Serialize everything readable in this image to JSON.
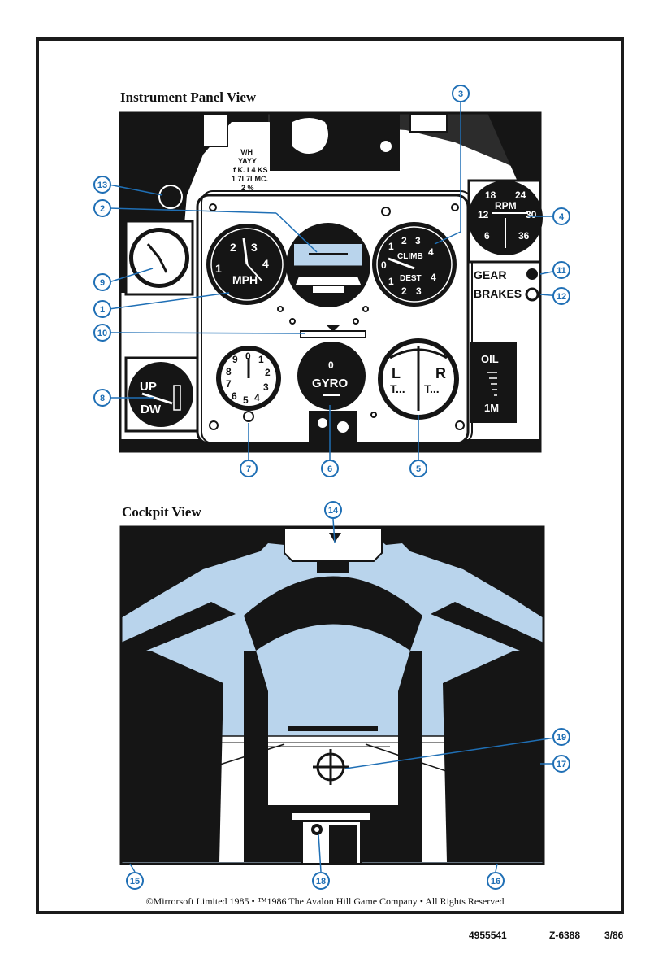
{
  "sections": {
    "instrument_title": "Instrument Panel View",
    "cockpit_title": "Cockpit View"
  },
  "gauges": {
    "airspeed": {
      "digits": [
        "1",
        "2",
        "3",
        "4"
      ],
      "label": "MPH"
    },
    "climb": {
      "digits": [
        "0",
        "1",
        "2",
        "3",
        "4",
        "1",
        "2",
        "3",
        "4"
      ],
      "climb_label": "CLIMB",
      "dest_label": "DEST"
    },
    "rpm": {
      "label": "RPM",
      "digits": [
        "18",
        "24",
        "12",
        "30",
        "6",
        "36"
      ]
    },
    "gear_label": "GEAR",
    "brakes_label": "BRAKES",
    "altimeter": {
      "digits": [
        "0",
        "1",
        "2",
        "3",
        "4",
        "5",
        "6",
        "7",
        "8",
        "9"
      ]
    },
    "gyro": {
      "label": "GYRO",
      "digit": "0"
    },
    "trim": {
      "left": "L",
      "right": "R",
      "t_left": "T...",
      "t_right": "T..."
    },
    "updown": {
      "up": "UP",
      "down": "DW"
    },
    "oil": {
      "label": "OIL",
      "sub": "1M"
    },
    "scribble": [
      "V/H",
      "YAYY",
      "f K. L4 KS",
      "1 7L7LMC.",
      "2 %"
    ]
  },
  "callouts": [
    "1",
    "2",
    "3",
    "4",
    "5",
    "6",
    "7",
    "8",
    "9",
    "10",
    "11",
    "12",
    "13",
    "14",
    "15",
    "16",
    "17",
    "18",
    "19"
  ],
  "footer": {
    "copyright": "©Mirrorsoft Limited 1985 • ™1986 The Avalon Hill Game Company • All Rights Reserved",
    "part_number": "4955541",
    "code": "Z-6388",
    "date": "3/86"
  },
  "colors": {
    "sky": "#b9d4ec",
    "ink": "#151515",
    "callout": "#1f6fb5"
  }
}
